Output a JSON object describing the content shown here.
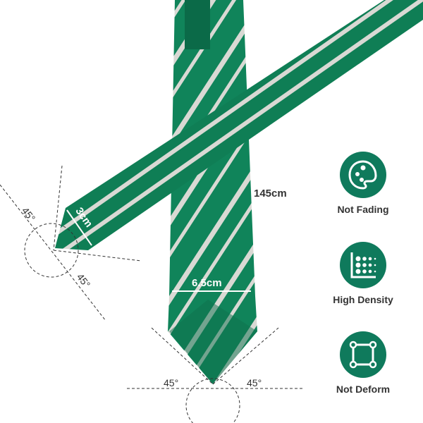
{
  "measurements": {
    "length": "145cm",
    "width": "6.5cm",
    "tip_width": "3cm",
    "angle_1": "45°",
    "angle_2": "45°",
    "angle_3": "45°",
    "angle_4": "45°"
  },
  "features": [
    {
      "icon": "palette-icon",
      "label": "Not Fading"
    },
    {
      "icon": "dot-grid-chart-icon",
      "label": "High Density"
    },
    {
      "icon": "square-nodes-icon",
      "label": "Not Deform"
    }
  ],
  "colors": {
    "tie_green": "#0f7e55",
    "stripe": "#d9d9d4",
    "icon_bg": "#0f7a5c"
  }
}
